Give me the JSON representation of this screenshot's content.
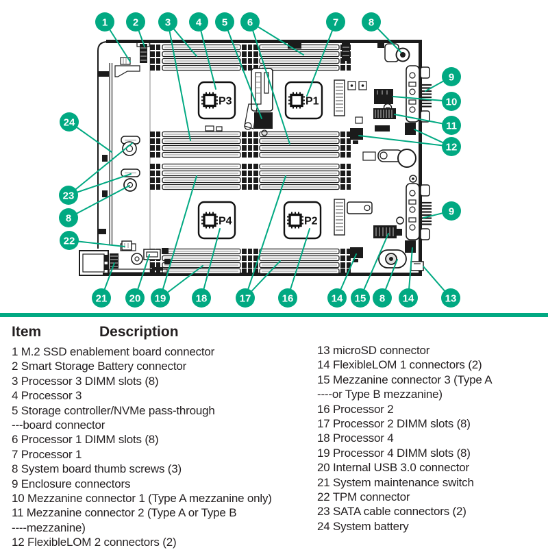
{
  "figure": {
    "title_implicit": "System board components diagram",
    "processors": [
      {
        "label": "P3"
      },
      {
        "label": "P1"
      },
      {
        "label": "P4"
      },
      {
        "label": "P2"
      }
    ],
    "callouts": [
      "1",
      "2",
      "3",
      "4",
      "5",
      "6",
      "7",
      "8",
      "9",
      "10",
      "11",
      "12",
      "24",
      "23",
      "8",
      "22",
      "9",
      "21",
      "20",
      "19",
      "18",
      "17",
      "16",
      "14",
      "15",
      "8",
      "14",
      "13"
    ]
  },
  "legend": {
    "header": {
      "item": "Item",
      "description": "Description"
    },
    "left": [
      "1 M.2 SSD enablement board connector",
      "2 Smart Storage Battery connector",
      "3 Processor 3 DIMM slots (8)",
      "4 Processor 3",
      "5 Storage controller/NVMe pass-through",
      "---board connector",
      "6 Processor 1 DIMM slots (8)",
      "7 Processor 1",
      "8 System board thumb screws (3)",
      "9 Enclosure connectors",
      "10 Mezzanine connector 1 (Type A mezzanine only)",
      "11 Mezzanine connector 2 (Type A or Type B",
      "----mezzanine)",
      "12 FlexibleLOM 2 connectors (2)"
    ],
    "right": [
      "13 microSD connector",
      "14 FlexibleLOM 1 connectors (2)",
      "15 Mezzanine connector 3 (Type A",
      "----or Type B mezzanine)",
      "16 Processor 2",
      "17 Processor 2 DIMM slots (8)",
      "18 Processor 4",
      "19 Processor 4 DIMM slots (8)",
      "20 Internal USB 3.0 connector",
      "21 System maintenance switch",
      "22 TPM connector",
      "23 SATA cable connectors (2)",
      "24 System battery"
    ]
  },
  "colors": {
    "accent_green": "#01a982",
    "ink": "#231f20"
  }
}
